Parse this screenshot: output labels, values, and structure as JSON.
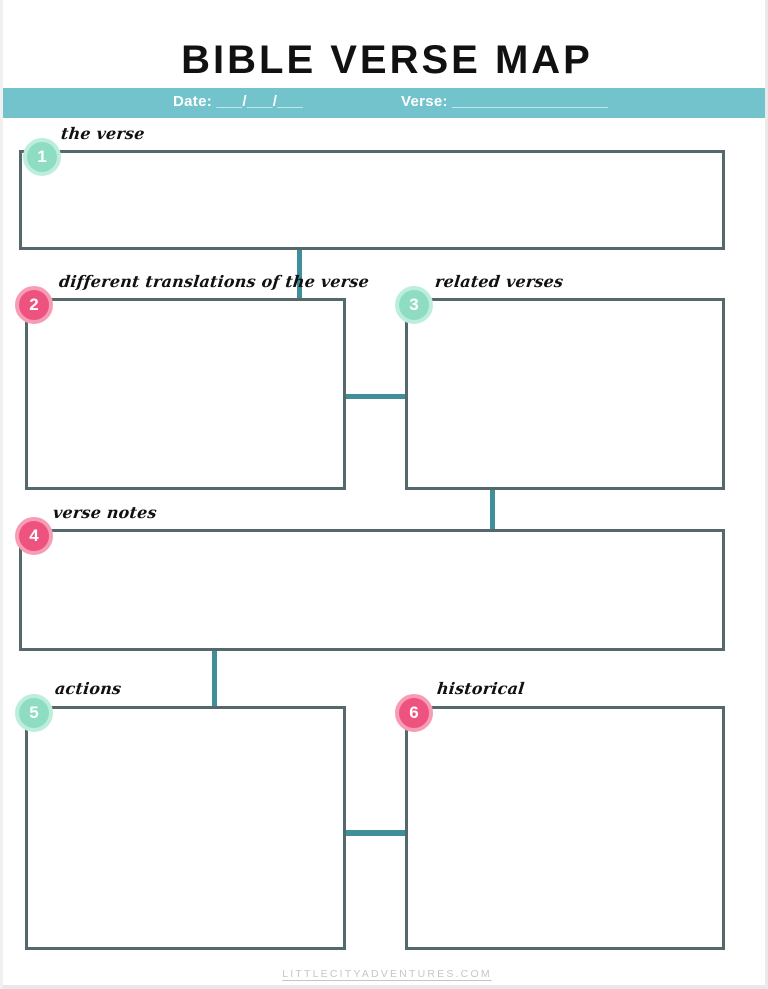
{
  "page": {
    "title": "BIBLE VERSE MAP",
    "footer": "LITTLECITYADVENTURES.COM"
  },
  "header_bar": {
    "date_label": "Date:  ___/___/___",
    "verse_label": "Verse: __________________"
  },
  "sections": [
    {
      "number": "1",
      "label": "the verse",
      "color": "mint"
    },
    {
      "number": "2",
      "label": "different translations of the verse",
      "color": "pink"
    },
    {
      "number": "3",
      "label": "related verses",
      "color": "mint"
    },
    {
      "number": "4",
      "label": "verse notes",
      "color": "pink"
    },
    {
      "number": "5",
      "label": "actions",
      "color": "mint"
    },
    {
      "number": "6",
      "label": "historical",
      "color": "pink"
    }
  ],
  "colors": {
    "bar_teal": "#72c3cc",
    "connector_teal": "#3f8e98",
    "box_border": "#55696d",
    "mint": "#8eddc2",
    "mint_ring": "#bdeedc",
    "pink": "#ee5380",
    "pink_ring": "#f79cb5",
    "footer_text": "#c6c6c6"
  }
}
